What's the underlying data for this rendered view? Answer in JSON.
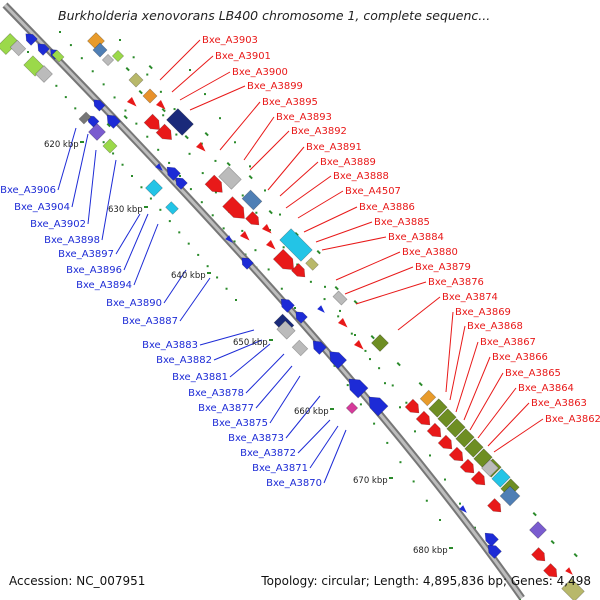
{
  "map": {
    "title": "Burkholderia xenovorans LB400 chromosome 1, complete sequenc...",
    "accession": "Accession: NC_007951",
    "stats": "Topology: circular; Length: 4,895,836 bp; Genes: 4,498",
    "colors": {
      "backbone": "#8c8c8c",
      "forward_genes": "#e81919",
      "reverse_genes": "#1d2bd6",
      "ticks": "#2a8a2a",
      "olive": "#6e8e23",
      "cyan": "#23c4e6",
      "steel": "#4f7fb5",
      "navy": "#1a2a7a"
    },
    "kbp_ticks": [
      "620 kbp",
      "630 kbp",
      "640 kbp",
      "650 kbp",
      "660 kbp",
      "670 kbp",
      "680 kbp"
    ],
    "forward_labels": [
      "Bxe_A3903",
      "Bxe_A3901",
      "Bxe_A3900",
      "Bxe_A3899",
      "Bxe_A3895",
      "Bxe_A3893",
      "Bxe_A3892",
      "Bxe_A3891",
      "Bxe_A3889",
      "Bxe_A3888",
      "Bxe_A4507",
      "Bxe_A3886",
      "Bxe_A3885",
      "Bxe_A3884",
      "Bxe_A3880",
      "Bxe_A3879",
      "Bxe_A3876",
      "Bxe_A3874",
      "Bxe_A3869",
      "Bxe_A3868",
      "Bxe_A3867",
      "Bxe_A3866",
      "Bxe_A3865",
      "Bxe_A3864",
      "Bxe_A3863",
      "Bxe_A3862"
    ],
    "reverse_labels": [
      "Bxe_A3906",
      "Bxe_A3904",
      "Bxe_A3902",
      "Bxe_A3898",
      "Bxe_A3897",
      "Bxe_A3896",
      "Bxe_A3894",
      "Bxe_A3890",
      "Bxe_A3887",
      "Bxe_A3883",
      "Bxe_A3882",
      "Bxe_A3881",
      "Bxe_A3878",
      "Bxe_A3877",
      "Bxe_A3875",
      "Bxe_A3873",
      "Bxe_A3872",
      "Bxe_A3871",
      "Bxe_A3870"
    ]
  }
}
